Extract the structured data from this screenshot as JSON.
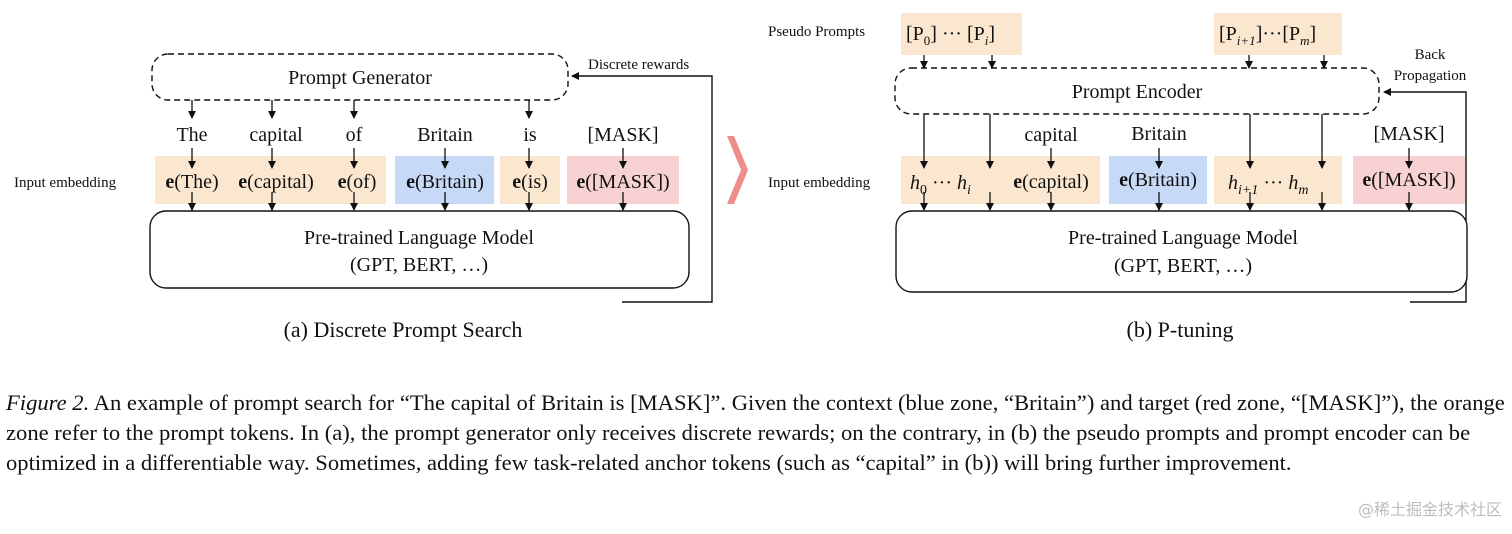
{
  "panel_a": {
    "generator": "Prompt Generator",
    "rewards": "Discrete rewards",
    "tokens": [
      "The",
      "capital",
      "of",
      "Britain",
      "is",
      "[MASK]"
    ],
    "input_label": "Input embedding",
    "emb": [
      "(The)",
      "(capital)",
      "(of)",
      "(Britain)",
      "(is)",
      "([MASK])"
    ],
    "emb_prefix": "e",
    "model_line1": "Pre-trained Language Model",
    "model_line2": "(GPT, BERT, …)",
    "caption": "(a) Discrete Prompt Search"
  },
  "panel_b": {
    "pseudo_label": "Pseudo Prompts",
    "p0": "P",
    "p0_sub": "0",
    "pi": "P",
    "pi_sub": "i",
    "pi1": "P",
    "pi1_sub": "i+1",
    "pm": "P",
    "pm_sub": "m",
    "dots": "···",
    "encoder": "Prompt Encoder",
    "backprop_line1": "Back",
    "backprop_line2": "Propagation",
    "anchor_tokens": [
      "capital",
      "Britain",
      "[MASK]"
    ],
    "input_label": "Input embedding",
    "h": "h",
    "h_subs": [
      "0",
      "i",
      "i+1",
      "m"
    ],
    "emb": [
      "(capital)",
      "(Britain)",
      "([MASK])"
    ],
    "model_line1": "Pre-trained Language Model",
    "model_line2": "(GPT, BERT, …)",
    "caption": "(b) P-tuning"
  },
  "colors": {
    "orange_zone": "#fbe7cf",
    "blue_zone": "#c6d9f6",
    "red_zone": "#f8d2d2",
    "arrow": "#ee8e8a"
  },
  "figure_caption": {
    "label": "Figure 2.",
    "text": " An example of prompt search for “The capital of Britain is [MASK]”. Given the context (blue zone, “Britain”) and target (red zone, “[MASK]”), the orange zone refer to the prompt tokens. In (a), the prompt generator only receives discrete rewards; on the contrary, in (b) the pseudo prompts and prompt encoder can be optimized in a differentiable way. Sometimes, adding few task-related anchor tokens (such as “capital” in (b)) will bring further improvement."
  },
  "watermark": "@稀土掘金技术社区"
}
